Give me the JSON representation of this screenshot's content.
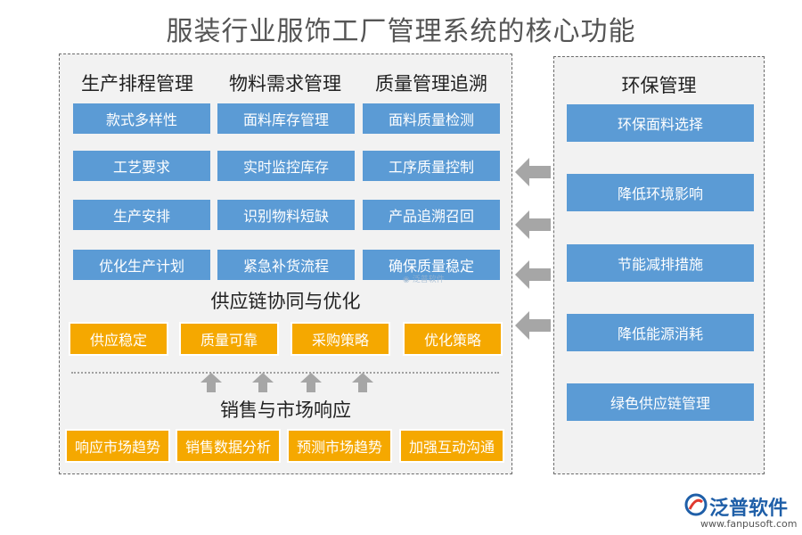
{
  "title": "服装行业服饰工厂管理系统的核心功能",
  "columns": [
    {
      "heading": "生产排程管理",
      "items": [
        "款式多样性",
        "工艺要求",
        "生产安排",
        "优化生产计划"
      ]
    },
    {
      "heading": "物料需求管理",
      "items": [
        "面料库存管理",
        "实时监控库存",
        "识别物料短缺",
        "紧急补货流程"
      ]
    },
    {
      "heading": "质量管理追溯",
      "items": [
        "面料质量检测",
        "工序质量控制",
        "产品追溯召回",
        "确保质量稳定"
      ]
    }
  ],
  "supply_chain": {
    "heading": "供应链协同与优化",
    "items": [
      "供应稳定",
      "质量可靠",
      "采购策略",
      "优化策略"
    ]
  },
  "sales": {
    "heading": "销售与市场响应",
    "items": [
      "响应市场趋势",
      "销售数据分析",
      "预测市场趋势",
      "加强互动沟通"
    ]
  },
  "environment": {
    "heading": "环保管理",
    "items": [
      "环保面料选择",
      "降低环境影响",
      "节能减排措施",
      "降低能源消耗",
      "绿色供应链管理"
    ]
  },
  "logo": {
    "name": "泛普软件",
    "url": "www.fanpusoft.com"
  },
  "colors": {
    "blue_box": "#5b9bd5",
    "orange_box": "#f5a800",
    "arrow": "#a6a6a6"
  }
}
